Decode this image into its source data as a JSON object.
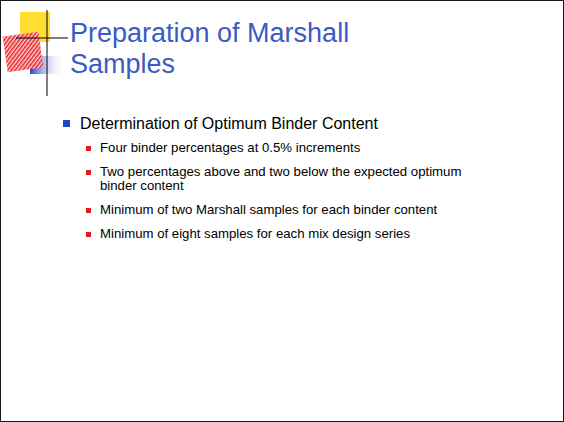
{
  "diagram": {
    "title": "Preparation of Marshall Samples",
    "labels": [
      "Determination of Optimum Binder Content",
      "Four binder percentages at 0.5% increments",
      "Two percentages above and two below the expected optimum binder content",
      "Minimum of two Marshall samples for each binder content",
      "Minimum of eight samples for each mix design series"
    ]
  }
}
